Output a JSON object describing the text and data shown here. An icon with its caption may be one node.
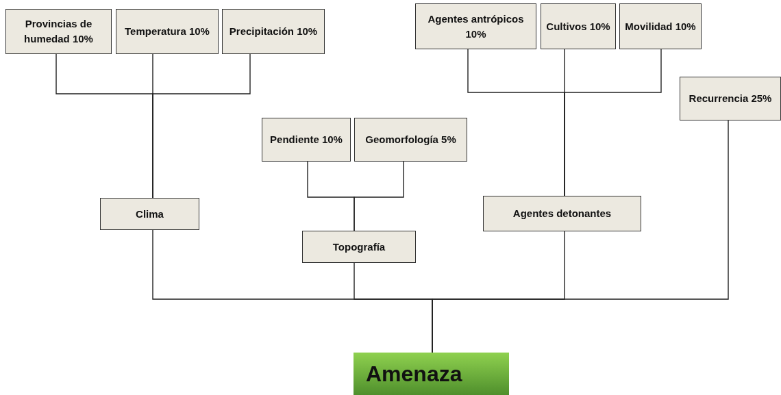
{
  "diagram": {
    "nodes": [
      {
        "text": [
          "Provincias de humedad 10%"
        ]
      },
      {
        "text": [
          "Temperatura 10%"
        ]
      },
      {
        "text": [
          "Precipitación 10%"
        ]
      },
      {
        "text": [
          "Agentes antrópicos 10%"
        ]
      },
      {
        "text": [
          "Cultivos 10%"
        ]
      },
      {
        "text": [
          "Movilidad 10%"
        ]
      },
      {
        "text": [
          "Recurrencia 25%"
        ]
      },
      {
        "text": [
          "Pendiente 10%"
        ]
      },
      {
        "text": [
          "Geomorfología 5%"
        ]
      },
      {
        "text": [
          "Clima"
        ]
      },
      {
        "text": [
          "Topografía"
        ]
      },
      {
        "text": [
          "Agentes detonantes"
        ]
      },
      {
        "text": [
          "Amenaza"
        ]
      }
    ],
    "edges": [
      {
        "from": 0,
        "to": 9,
        "arrow": "none"
      },
      {
        "from": 1,
        "to": 9,
        "arrow": "none"
      },
      {
        "from": 2,
        "to": 9,
        "arrow": "none"
      },
      {
        "from": 7,
        "to": 10,
        "arrow": "none"
      },
      {
        "from": 8,
        "to": 10,
        "arrow": "none"
      },
      {
        "from": 3,
        "to": 11,
        "arrow": "none"
      },
      {
        "from": 4,
        "to": 11,
        "arrow": "none"
      },
      {
        "from": 5,
        "to": 11,
        "arrow": "none"
      },
      {
        "from": 9,
        "to": 12,
        "arrow": "none"
      },
      {
        "from": 10,
        "to": 12,
        "arrow": "none"
      },
      {
        "from": 11,
        "to": 12,
        "arrow": "none"
      },
      {
        "from": 6,
        "to": 12,
        "arrow": "none"
      }
    ]
  }
}
